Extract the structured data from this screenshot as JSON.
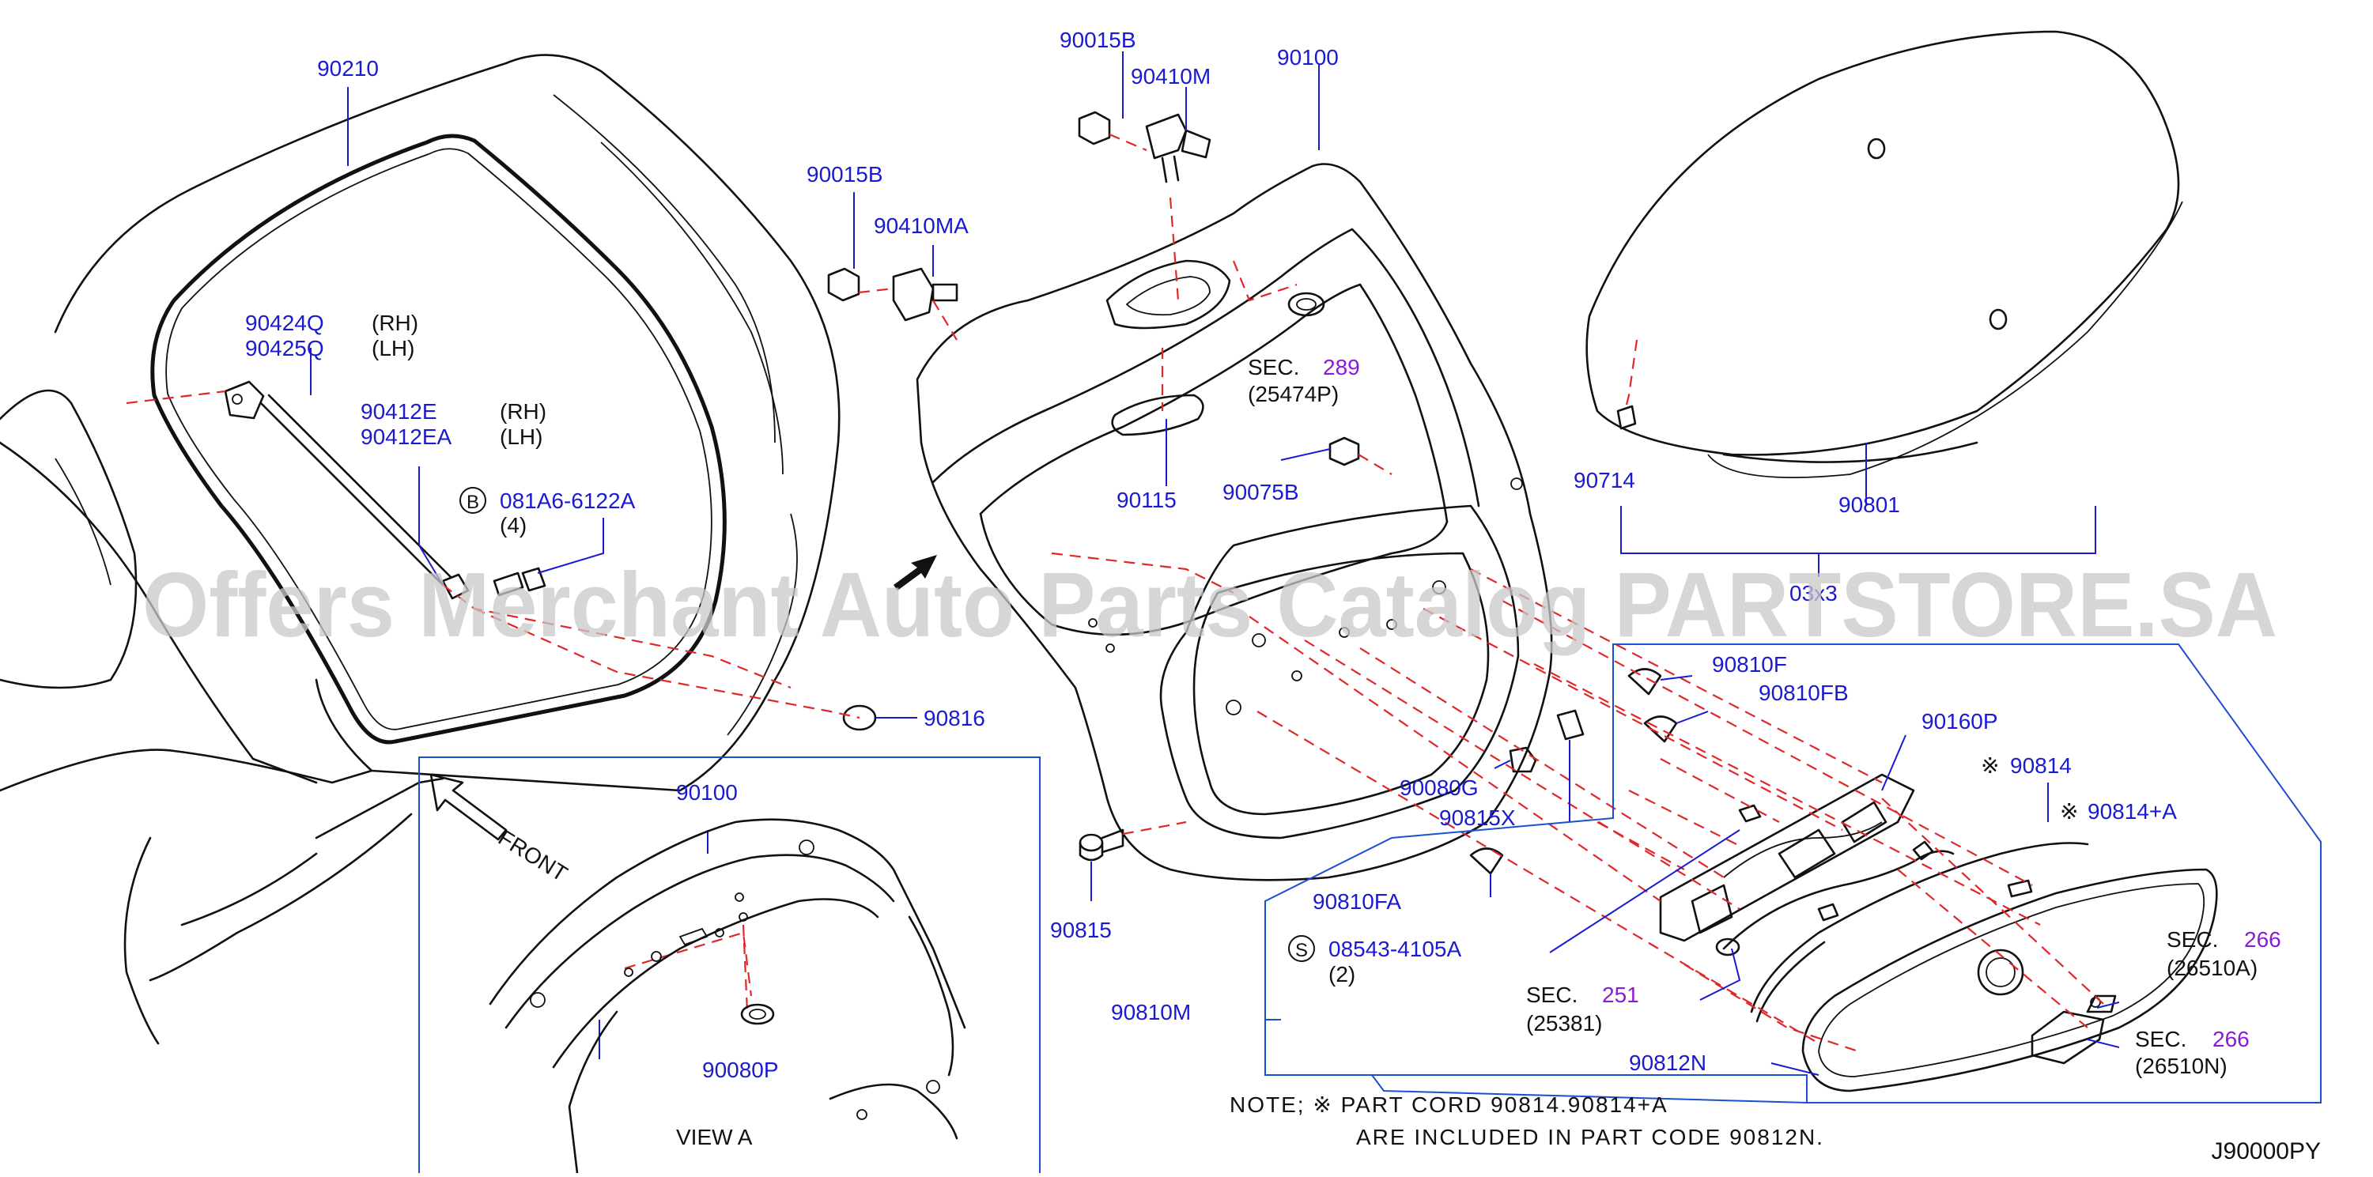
{
  "watermark": "Offers Merchant Auto Parts Catalog PARTSTORE.SA",
  "diagram_code": "J90000PY",
  "parts": {
    "p90210": "90210",
    "p90424q": "90424Q",
    "p90425q": "90425Q",
    "rh": "(RH)",
    "lh": "(LH)",
    "p90412e": "90412E",
    "p90412ea": "90412EA",
    "bolt_marker": "B",
    "bolt_code": "081A6-6122A",
    "bolt_qty": "(4)",
    "p90816": "90816",
    "p90015b_top": "90015B",
    "p90410m": "90410M",
    "p90100_top": "90100",
    "p90015b_left": "90015B",
    "p90410ma": "90410MA",
    "sec": "SEC.",
    "sec289": "289",
    "ref25474p": "(25474P)",
    "p90115": "90115",
    "p90075b": "90075B",
    "p90714": "90714",
    "p90801": "90801",
    "p03x3": "03x3",
    "p90810f": "90810F",
    "p90810fb": "90810FB",
    "p90160p": "90160P",
    "mark": "※",
    "p90814": "90814",
    "p90814a": "90814+A",
    "p90080g": "90080G",
    "p90815x": "90815X",
    "p90815": "90815",
    "p90810fa": "90810FA",
    "screw_marker": "S",
    "screw_code": "08543-4105A",
    "screw_qty": "(2)",
    "p90810m": "90810M",
    "sec251": "251",
    "ref25381": "(25381)",
    "p90812n": "90812N",
    "sec266": "266",
    "ref26510a": "(26510A)",
    "ref26510n": "(26510N)"
  },
  "view_a": {
    "front": "FRONT",
    "p90100": "90100",
    "p90080p": "90080P",
    "caption": "VIEW   A"
  },
  "note": {
    "line1": "NOTE;   ※ PART   CORD   90814.90814+A",
    "line2": "ARE   INCLUDED   IN   PART   CODE   90812N."
  },
  "colors": {
    "part_number": "#1a1ad0",
    "section_number": "#8b1ad8",
    "dashed_line": "#e0282a",
    "frame": "#1a4fd0"
  }
}
